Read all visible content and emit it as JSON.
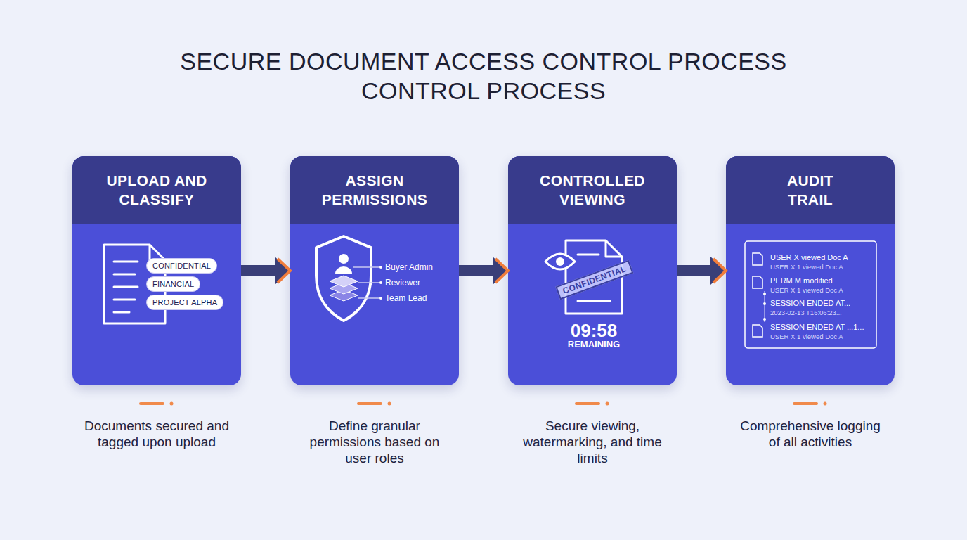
{
  "diagram": {
    "title": "SECURE DOCUMENT ACCESS CONTROL PROCESS CONTROL PROCESS",
    "nodes": [
      {
        "text": [
          "UPLOAD AND CLASSIFY",
          "Documents secured and tagged upon upload"
        ]
      },
      {
        "text": [
          "CONFIDENTIAL"
        ],
        "in": 0
      },
      {
        "text": [
          "FINANCIAL"
        ],
        "in": 0
      },
      {
        "text": [
          "PROJECT ALPHA"
        ],
        "in": 0
      },
      {
        "text": [
          "ASSIGN PERMISSIONS",
          "Define granular permissions based on user roles"
        ]
      },
      {
        "text": [
          "CONTROLLED VIEWING",
          "Secure viewing, watermarking, and time limits"
        ]
      },
      {
        "text": [
          "AUDIT TRAIL",
          "Comprehensive logging of all activities"
        ]
      }
    ],
    "edges": [
      {
        "from": 0,
        "to": 4,
        "arrow": "to"
      },
      {
        "from": 4,
        "to": 5,
        "arrow": "to"
      },
      {
        "from": 5,
        "to": 6,
        "arrow": "to"
      }
    ],
    "labels": [
      "Buyer Admin",
      "Reviewer",
      "Team Lead",
      "CONFIDENTIAL",
      "09:58",
      "REMAINING",
      "USER X viewed Doc A",
      "USER X 1 viewed Doc A",
      "PERM M modified",
      "USER X 1 viewed Doc A",
      "SESSION ENDED AT...",
      "2023-02-13 T16:06:23...",
      "SESSION ENDED AT ...1...",
      "USER X 1 viewed Doc A"
    ]
  }
}
